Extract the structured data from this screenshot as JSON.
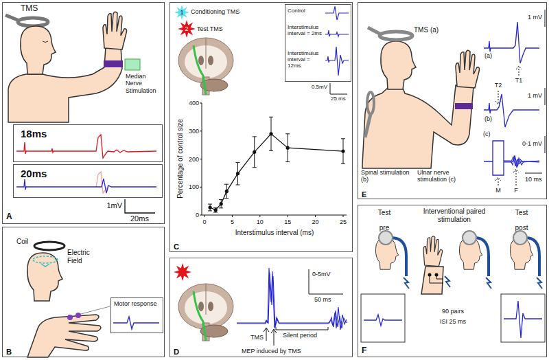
{
  "diagram": {
    "nodes": [
      {
        "text": [
          "A"
        ]
      },
      {
        "text": [
          "18ms"
        ],
        "in": 0
      },
      {
        "text": [
          "20ms"
        ],
        "in": 0
      },
      {
        "text": [
          "B"
        ]
      },
      {
        "text": [
          "Motor response"
        ],
        "in": 3
      },
      {
        "text": [
          "C"
        ]
      },
      {
        "text": [
          "Control",
          "Interstimulus interval = 2ms",
          "Interstimulus interval = 12ms"
        ],
        "in": 5
      },
      {
        "text": [
          "D"
        ]
      },
      {
        "text": [
          "E"
        ]
      },
      {
        "text": [
          "F"
        ]
      }
    ],
    "labels": [
      "TMS",
      "Median Nerve Stimulation",
      "1mV",
      "20ms",
      "Coil",
      "Electric Field",
      "1",
      "Conditioning TMS",
      "2",
      "Test TMS",
      "0.5mV",
      "25 ms",
      "400",
      "300",
      "200",
      "100",
      "0",
      "0",
      "5",
      "10",
      "15",
      "20",
      "25",
      "Percentage of control size",
      "Interstimulus interval (ms)",
      "0-5mV",
      "50 ms",
      "TMS",
      "Silent period",
      "MEP induced by TMS",
      "TMS (a)",
      "Spinal stimulation (b)",
      "Ulnar nerve stimulation (c)",
      "1 mV",
      "(a)",
      "T1",
      "(b)",
      "T2",
      "1 mV",
      "(c)",
      "0-1 mV",
      "M",
      "F",
      "10 ms",
      "Test",
      "Interventional paired stimulation",
      "Test",
      "pre",
      "post",
      "90 pairs",
      "ISI 25 ms"
    ]
  }
}
